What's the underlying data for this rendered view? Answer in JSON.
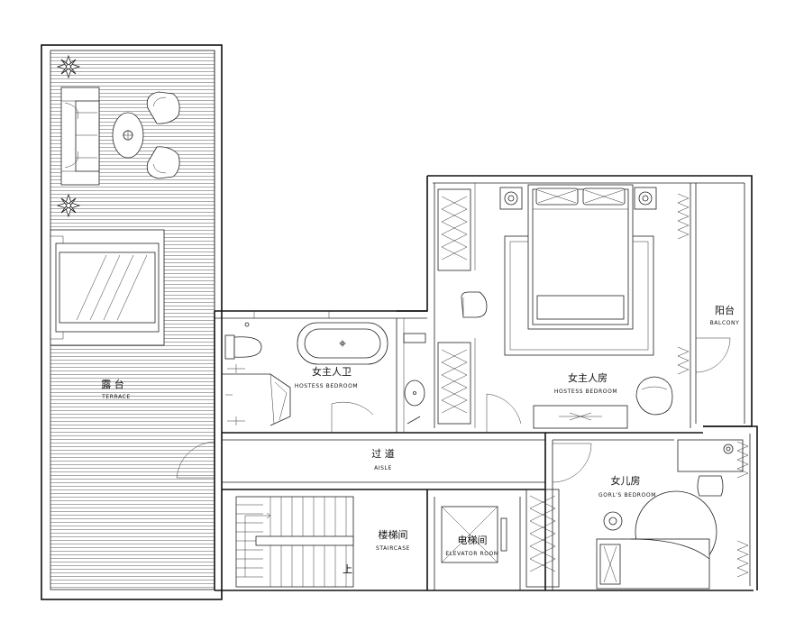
{
  "rooms": {
    "terrace": {
      "cn": "露 台",
      "en": "TERRACE"
    },
    "hostess_bath": {
      "cn": "女主人卫",
      "en": "HOSTESS BEDROOM"
    },
    "hostess_bedroom": {
      "cn": "女主人房",
      "en": "HOSTESS BEDROOM"
    },
    "balcony": {
      "cn": "阳台",
      "en": "BALCONY"
    },
    "aisle": {
      "cn": "过 道",
      "en": "AISLE"
    },
    "girls_bedroom": {
      "cn": "女儿房",
      "en": "GORL'S BEDROOM"
    },
    "staircase": {
      "cn": "楼梯间",
      "en": "STAIRCASE"
    },
    "elevator": {
      "cn": "电梯间",
      "en": "ELEVATOR ROOM"
    }
  },
  "stair_mark": "上"
}
